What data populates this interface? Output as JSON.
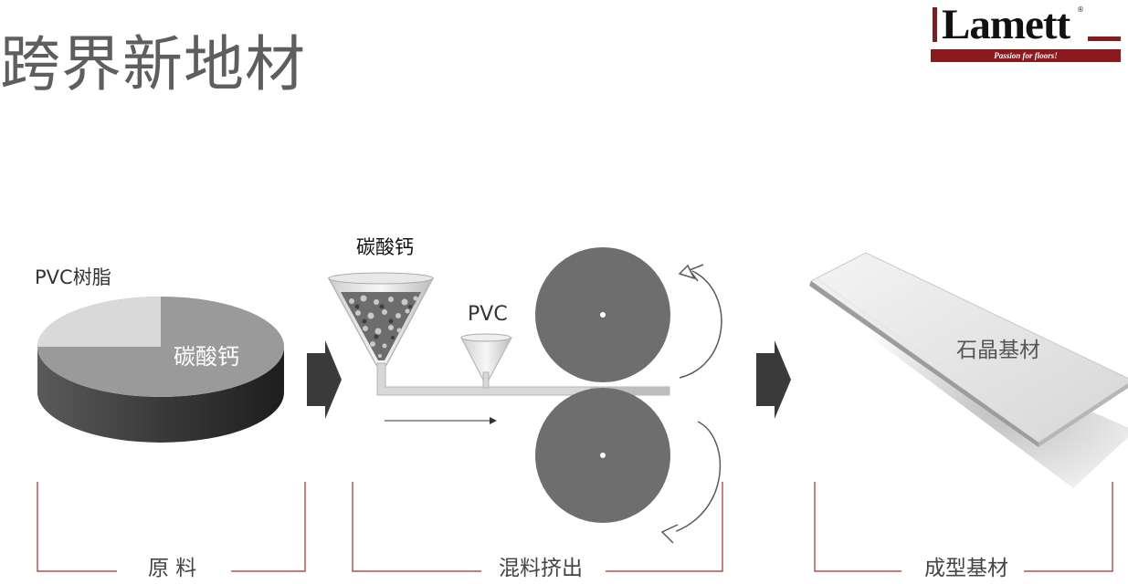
{
  "slide": {
    "title": "跨界新地材",
    "logo": {
      "brand": "Lamett",
      "reg_mark": "®",
      "tagline": "Passion for floors!",
      "brand_color": "#8b1a1e"
    },
    "pie": {
      "label_small": "PVC树脂",
      "label_large": "碳酸钙",
      "slice_color_main": "#9a9a9a",
      "slice_color_small": "#d9d9d9"
    },
    "process": {
      "hopper_label": "碳酸钙",
      "funnel_label": "PVC"
    },
    "product": {
      "label": "石晶基材"
    },
    "stages": [
      {
        "label": "原 料"
      },
      {
        "label": "混料挤出"
      },
      {
        "label": "成型基材"
      }
    ],
    "icons": [
      "arrow-right-icon",
      "rotate-arrow-icon"
    ]
  }
}
